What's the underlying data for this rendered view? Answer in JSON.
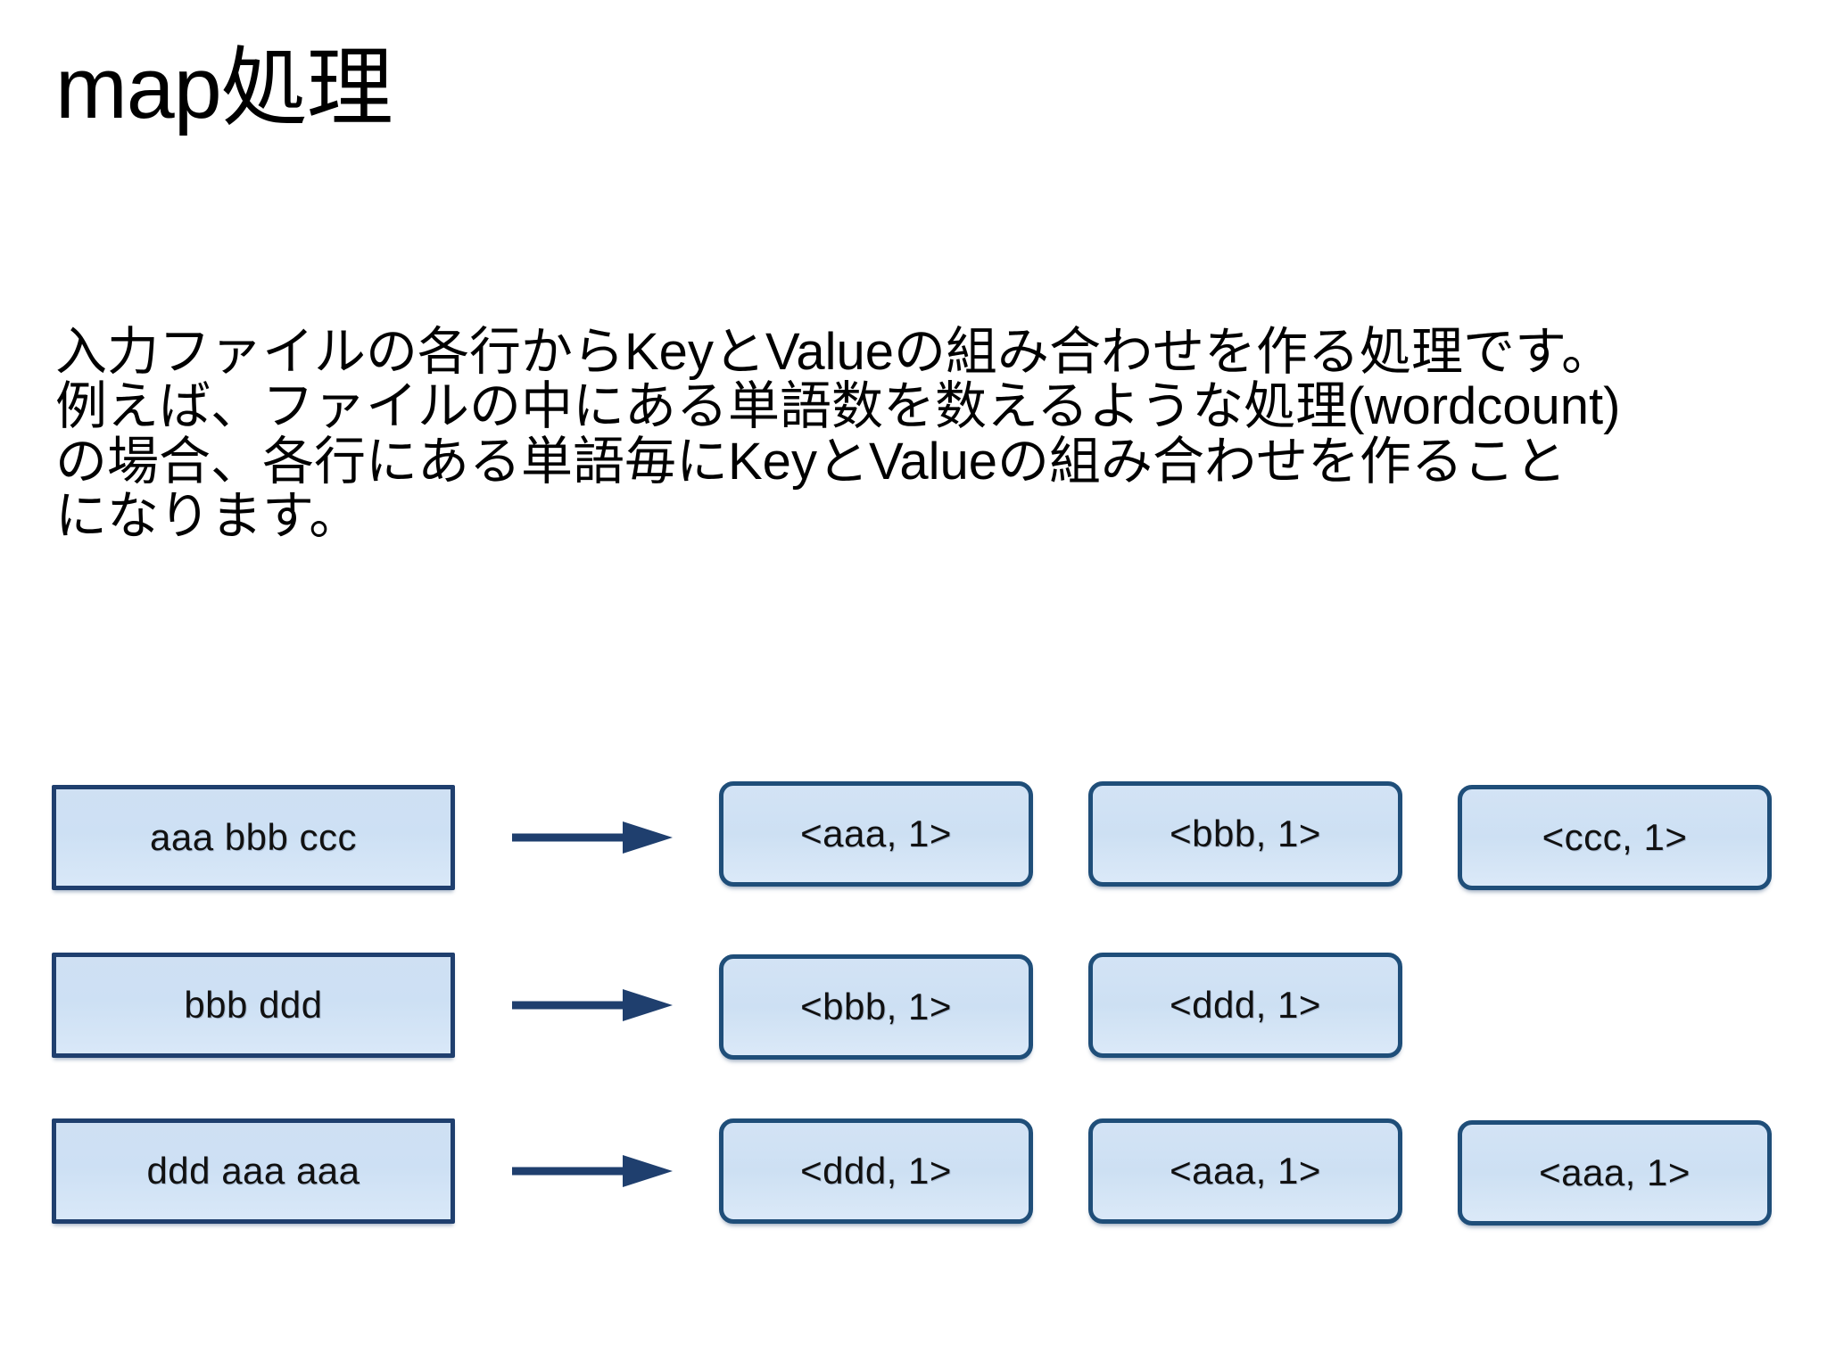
{
  "slide": {
    "title": "map処理",
    "body_lines": [
      "入力ファイルの各行からKeyとValueの組み合わせを作る処理です。",
      "例えば、ファイルの中にある単語数を数えるような処理(wordcount)",
      "の場合、各行にある単語毎にKeyとValueの組み合わせを作ること",
      "になります。"
    ],
    "colors": {
      "box_fill": "#cfe0f3",
      "input_border": "#1f3f6e",
      "output_border": "#1f4e79",
      "arrow": "#1f3f6e",
      "text": "#000000",
      "background": "#ffffff"
    }
  },
  "diagram": {
    "type": "flow",
    "arrow_icon": "arrow-right-icon",
    "rows": [
      {
        "input": "aaa bbb ccc",
        "outputs": [
          "<aaa, 1>",
          "<bbb, 1>",
          "<ccc, 1>"
        ]
      },
      {
        "input": "bbb ddd",
        "outputs": [
          "<bbb, 1>",
          "<ddd, 1>"
        ]
      },
      {
        "input": "ddd aaa aaa",
        "outputs": [
          "<ddd, 1>",
          "<aaa, 1>",
          "<aaa, 1>"
        ]
      }
    ]
  }
}
